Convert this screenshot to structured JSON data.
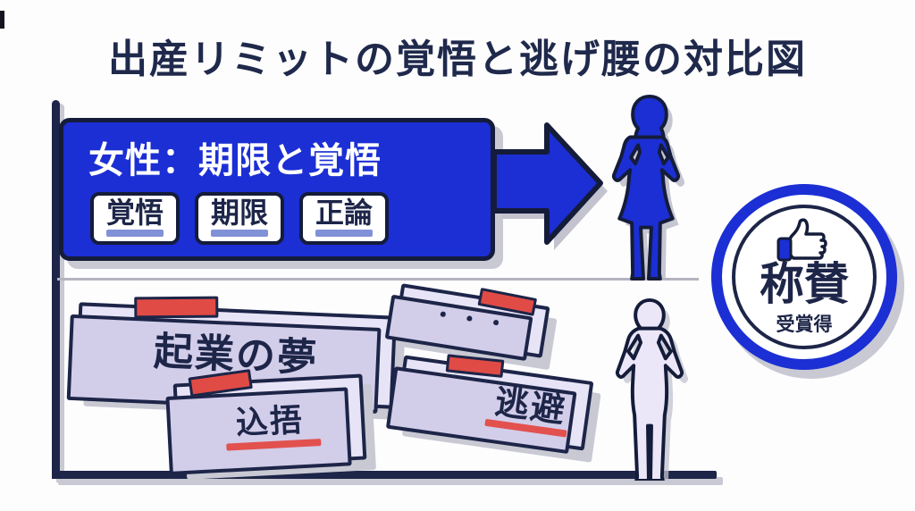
{
  "title": "出産リミットの覚悟と逃げ腰の対比図",
  "banner": {
    "heading": "女性：期限と覚悟",
    "tags": [
      {
        "label": "覚悟"
      },
      {
        "label": "期限"
      },
      {
        "label": "正論"
      }
    ]
  },
  "badge": {
    "icon": "thumbs-up-icon",
    "label": "称賛",
    "sublabel": "受賞得"
  },
  "cards": [
    {
      "label": "起業の夢"
    },
    {
      "label": "込捂"
    },
    {
      "label": "・・・"
    },
    {
      "label": "逃避"
    }
  ],
  "figures": {
    "top": "woman-silhouette",
    "bottom": "man-silhouette"
  },
  "colors": {
    "accent_blue": "#1b2fd4",
    "ink_navy": "#1d2548",
    "card_lavender": "#e8e4f7",
    "tape_red": "#e14b45",
    "underline_red": "#e2514e",
    "underline_blue": "#8191d8",
    "shadow_gray": "#c9c9d4",
    "divider_gray": "#b4b4bf"
  }
}
